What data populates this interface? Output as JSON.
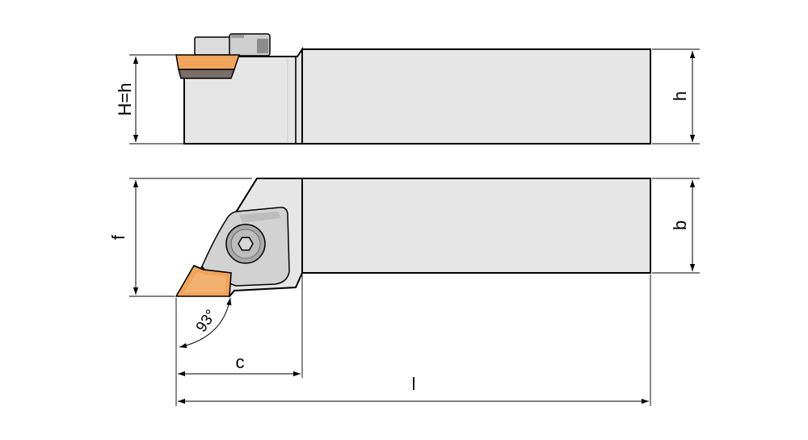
{
  "labels": {
    "H_eq_h": "H=h",
    "h": "h",
    "b": "b",
    "f": "f",
    "angle": "93°",
    "c": "c",
    "l": "l"
  },
  "colors": {
    "body": "#e6e6e6",
    "outline": "#000000",
    "insert": "#f0a55a",
    "insert_dark": "#7a6e66",
    "clamp": "#d2d2d2",
    "screw": "#a9a9a9"
  }
}
